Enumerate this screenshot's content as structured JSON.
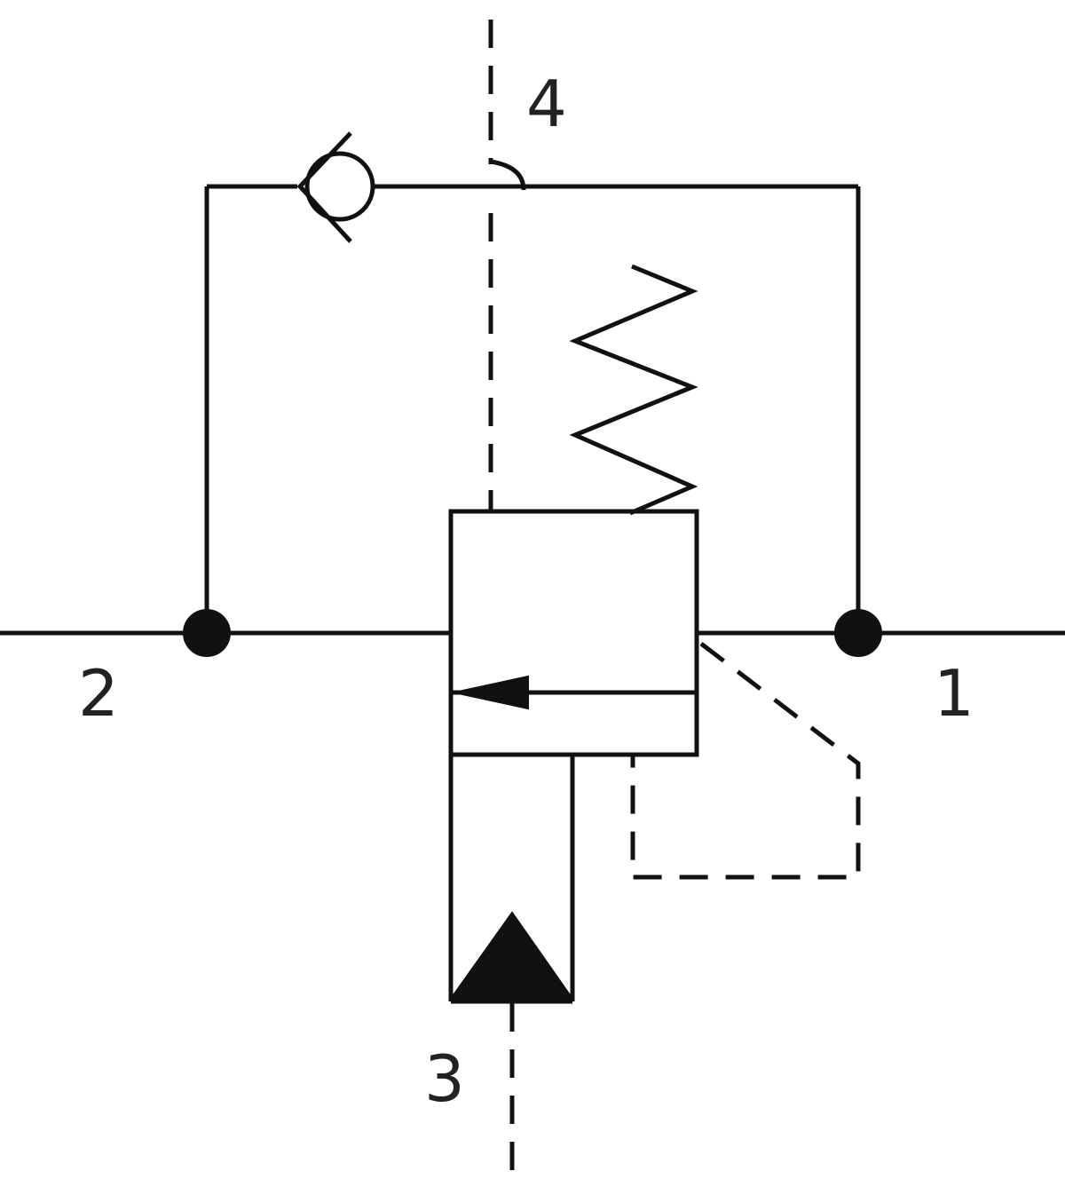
{
  "ports": {
    "port_1": "1",
    "port_2": "2",
    "port_3": "3",
    "port_4": "4"
  },
  "colors": {
    "stroke": "#111111",
    "background": "#ffffff"
  }
}
